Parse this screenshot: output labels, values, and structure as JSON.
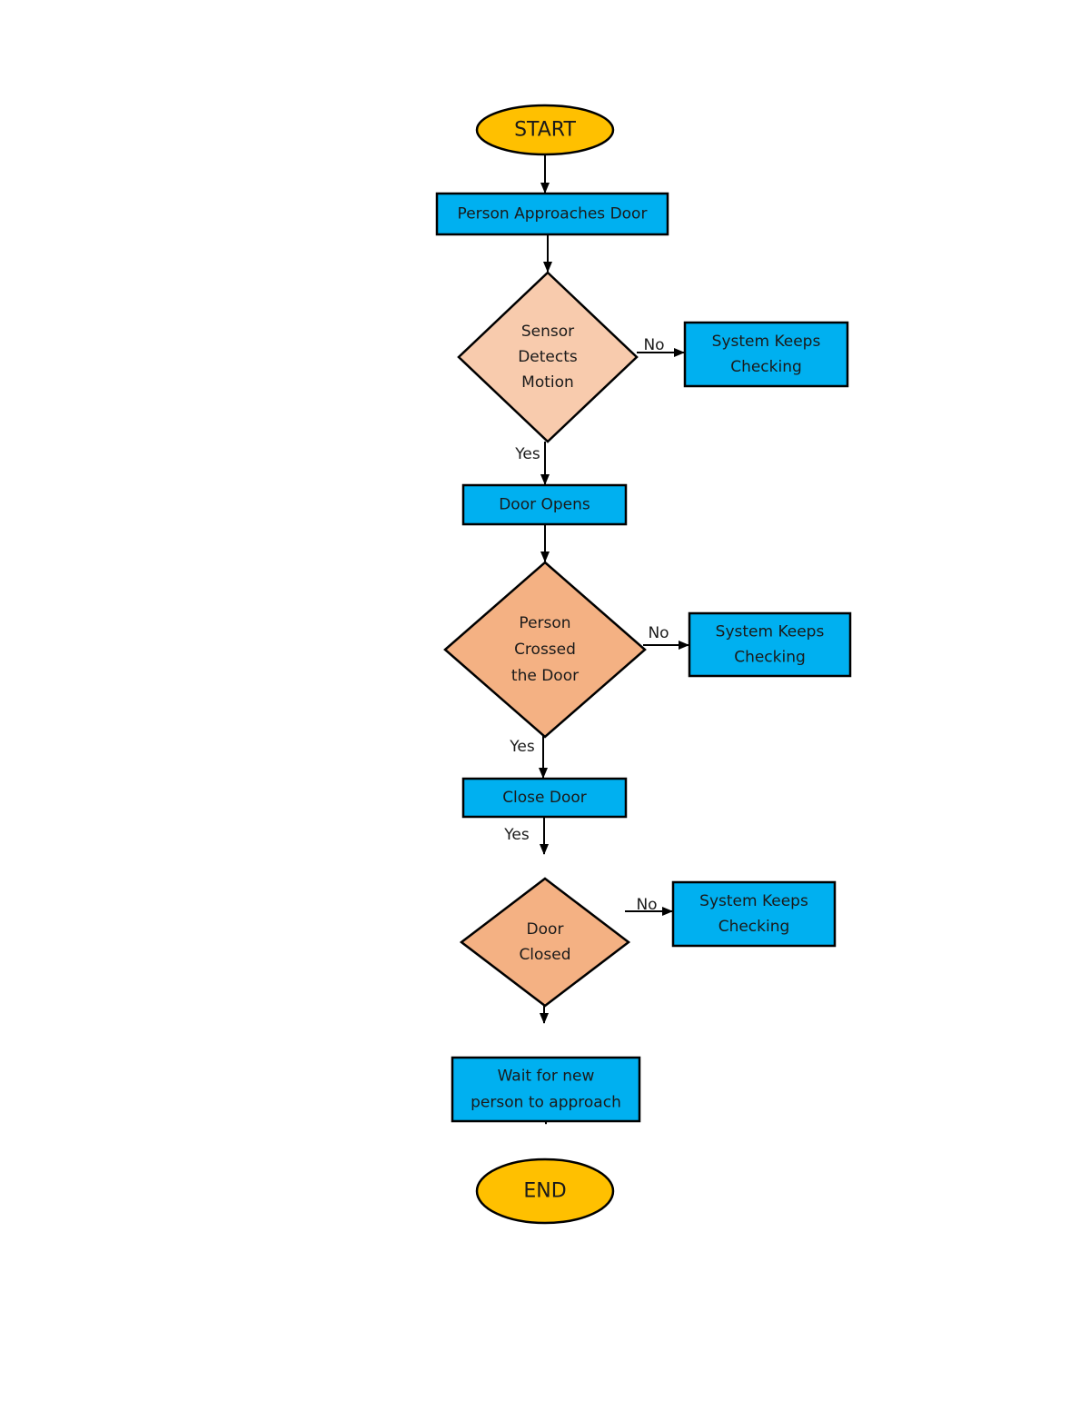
{
  "colors": {
    "terminal_fill": "#FFC000",
    "process_fill": "#00B0F0",
    "decision_light_fill": "#F8CBAD",
    "decision_fill": "#F4B183",
    "stroke": "#000000",
    "text": "#1a1a1a"
  },
  "nodes": {
    "start": {
      "shape": "terminal",
      "lines": [
        "START"
      ]
    },
    "approach": {
      "shape": "process",
      "lines": [
        "Person Approaches Door"
      ]
    },
    "sensor": {
      "shape": "decision-light",
      "lines": [
        "Sensor",
        "Detects",
        "Motion"
      ]
    },
    "keep1": {
      "shape": "process",
      "lines": [
        "System Keeps",
        "Checking"
      ]
    },
    "opens": {
      "shape": "process",
      "lines": [
        "Door Opens"
      ]
    },
    "crossed": {
      "shape": "decision",
      "lines": [
        "Person",
        "Crossed",
        "the Door"
      ]
    },
    "keep2": {
      "shape": "process",
      "lines": [
        "System Keeps",
        "Checking"
      ]
    },
    "close": {
      "shape": "process",
      "lines": [
        "Close Door"
      ]
    },
    "closed": {
      "shape": "decision",
      "lines": [
        "Door",
        "Closed"
      ]
    },
    "keep3": {
      "shape": "process",
      "lines": [
        "System Keeps",
        "Checking"
      ]
    },
    "wait": {
      "shape": "process",
      "lines": [
        "Wait for new",
        "person to approach"
      ]
    },
    "end": {
      "shape": "terminal",
      "lines": [
        "END"
      ]
    }
  },
  "edges": {
    "start_approach": {
      "label": ""
    },
    "approach_sensor": {
      "label": ""
    },
    "sensor_keep1": {
      "label": "No"
    },
    "sensor_opens": {
      "label": "Yes"
    },
    "opens_crossed": {
      "label": ""
    },
    "crossed_keep2": {
      "label": "No"
    },
    "crossed_close": {
      "label": "Yes"
    },
    "close_closed": {
      "label": "Yes"
    },
    "closed_keep3": {
      "label": "No"
    },
    "closed_wait": {
      "label": ""
    },
    "wait_end": {
      "label": ""
    }
  }
}
